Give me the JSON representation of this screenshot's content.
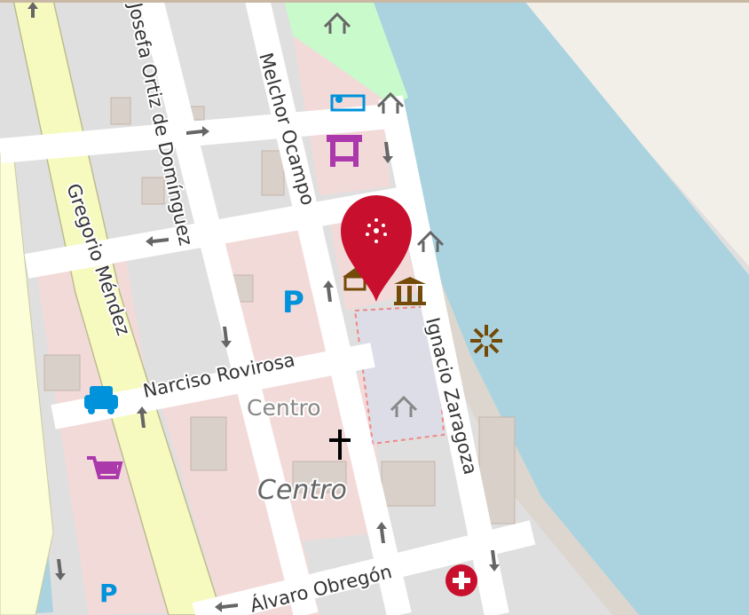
{
  "map": {
    "streets": {
      "josefa": "Josefa Ortiz de Domínguez",
      "melchor": "Melchor Ocampo",
      "gregorio": "Gregorio Méndez",
      "narciso": "Narciso Rovirosa",
      "ignacio": "Ignacio Zaragoza",
      "alvaro": "Álvaro Obregón"
    },
    "places": {
      "neighbourhood": "Centro",
      "district": "Centro"
    },
    "colors": {
      "river": "#aad3df",
      "residential": "#e0dfdf",
      "commercial": "#f2dad9",
      "primary_road": "#f7fabf",
      "marker": "#c8102e",
      "poi_brown": "#734a08",
      "parking": "#0092da",
      "shop": "#ac39ac"
    },
    "icons": [
      "marker-pin-icon",
      "hotel-icon",
      "market-icon",
      "parking-icon",
      "museum-icon",
      "townhall-icon",
      "taxi-icon",
      "shop-icon",
      "church-icon",
      "pharmacy-icon",
      "shelter-icon",
      "viewpoint-icon"
    ]
  }
}
